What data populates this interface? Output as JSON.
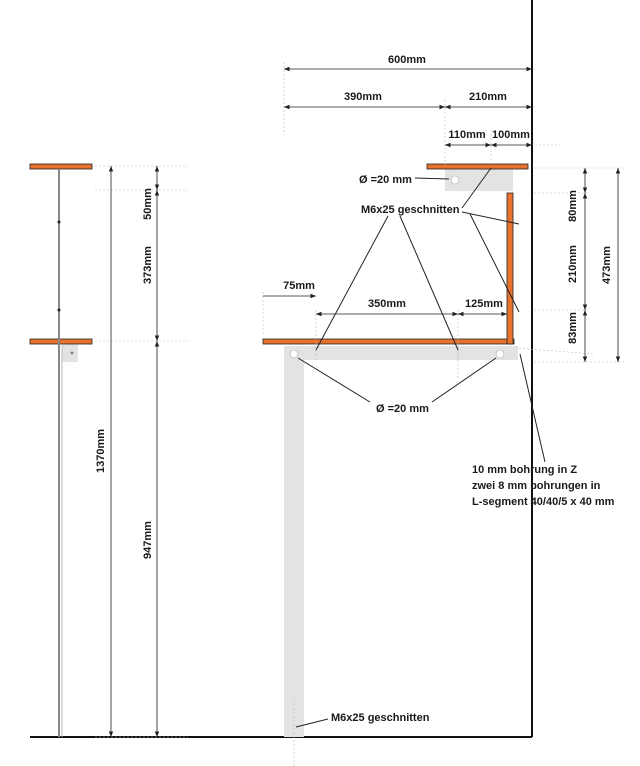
{
  "dimensions": {
    "total_width": "600mm",
    "left_span": "390mm",
    "right_span": "210mm",
    "top_left_segment": "110mm",
    "top_right_segment": "100mm",
    "left_overhang": "75mm",
    "middle_span": "350mm",
    "right_inner": "125mm",
    "right_v_top": "80mm",
    "right_v_mid": "210mm",
    "right_v_bottom": "83mm",
    "right_v_total": "473mm",
    "left_v_top": "50mm",
    "left_v_mid": "373mm",
    "left_v_total": "1370mm",
    "left_v_bottom": "947mm"
  },
  "annotations": {
    "hole_top": "Ø =20 mm",
    "screws": "M6x25 geschnitten",
    "hole_bottom": "Ø =20 mm",
    "bore_line1": "10 mm bohrung in Z",
    "bore_line2": "zwei 8 mm bohrungen in",
    "bore_line3": "L-segment 40/40/5 x 40 mm",
    "bottom_screw": "M6x25 geschnitten"
  },
  "colors": {
    "shelf": "#e8732f",
    "support": "#e3e3e3",
    "wall": "#111111"
  }
}
